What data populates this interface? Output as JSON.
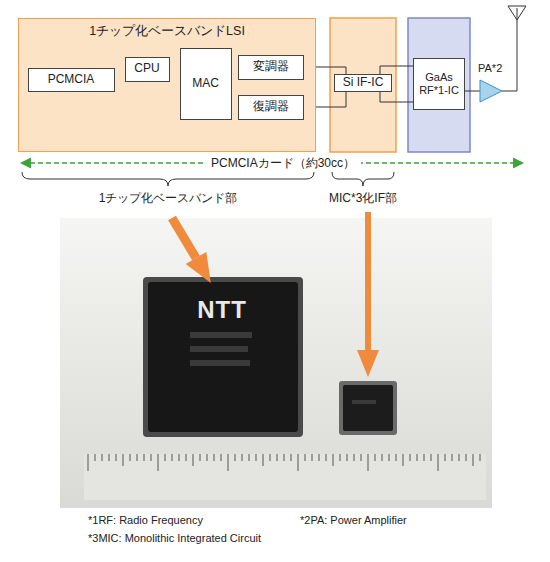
{
  "diagram": {
    "nodes": [
      {
        "text": [
          "1チップ化ベースバンドLSI"
        ]
      },
      {
        "text": [
          "PCMCIA"
        ],
        "in": 0
      },
      {
        "text": [
          "CPU"
        ],
        "in": 0
      },
      {
        "text": [
          "MAC"
        ],
        "in": 0
      },
      {
        "text": [
          "変調器"
        ],
        "in": 0
      },
      {
        "text": [
          "復調器"
        ],
        "in": 0
      },
      {
        "text": [
          "Si IF-IC"
        ]
      },
      {
        "text": [
          "GaAs RF*1-IC"
        ]
      },
      {
        "text": [
          "PA*2"
        ]
      }
    ],
    "edges": [
      {
        "from": 1,
        "to": 2,
        "arrow": "none"
      },
      {
        "from": 2,
        "to": 3,
        "arrow": "none"
      },
      {
        "from": 1,
        "to": 3,
        "arrow": "none"
      },
      {
        "from": 3,
        "to": 4,
        "arrow": "none"
      },
      {
        "from": 3,
        "to": 5,
        "arrow": "none"
      },
      {
        "from": 4,
        "to": 6,
        "arrow": "none"
      },
      {
        "from": 5,
        "to": 6,
        "arrow": "none"
      },
      {
        "from": 6,
        "to": 7,
        "arrow": "none"
      },
      {
        "from": 6,
        "to": 7,
        "arrow": "none"
      },
      {
        "from": 7,
        "to": 8,
        "arrow": "none"
      }
    ],
    "labels": [
      "PCMCIAカード（約30cc）",
      "1チップ化ベースバンド部",
      "MIC*3化IF部",
      "NTT",
      "*1RF: Radio Frequency",
      "*2PA: Power Amplifier",
      "*3MIC: Monolithic Integrated Circuit"
    ]
  }
}
